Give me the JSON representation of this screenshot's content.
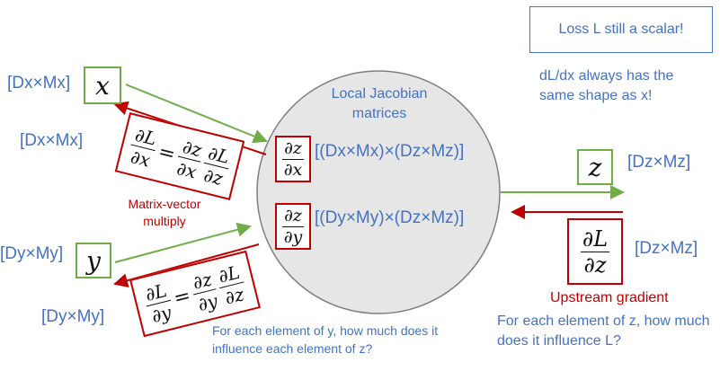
{
  "note_box": "Loss L still a scalar!",
  "note_shape": "dL/dx always has the same shape as x!",
  "circle_title": "Local Jacobian matrices",
  "vars": {
    "x": "x",
    "y": "y",
    "z": "z",
    "L": "L",
    "partial": "∂"
  },
  "dims": {
    "x_top": "[Dx×Mx]",
    "x_bottom": "[Dx×Mx]",
    "y_top": "[Dy×My]",
    "y_bottom": "[Dy×My]",
    "z": "[Dz×Mz]",
    "dLdz": "[Dz×Mz]",
    "jac_x": "[(Dx×Mx)×(Dz×Mz)]",
    "jac_y": "[(Dy×My)×(Dz×Mz)]"
  },
  "matvec_label": "Matrix-vector multiply",
  "upstream_label": "Upstream gradient",
  "caption_y": "For each element of y, how much does it influence each element of z?",
  "caption_z": "For each element of z, how much does it influence L?",
  "colors": {
    "green": "#70ad47",
    "red": "#c00000",
    "blue": "#4472c4",
    "circle_fill": "#e6e6e6"
  }
}
